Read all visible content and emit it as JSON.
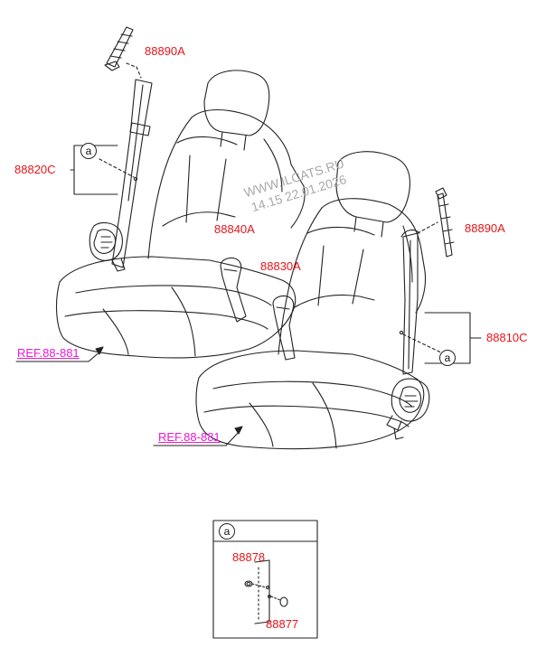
{
  "watermark": {
    "line1": "WWW.ILCATS.RU",
    "line2": "14.15 22.01.2026"
  },
  "parts": {
    "p88890A_left": "88890A",
    "p88820C": "88820C",
    "p88840A": "88840A",
    "p88830A": "88830A",
    "p88890A_right": "88890A",
    "p88810C": "88810C",
    "p88878": "88878",
    "p88877": "88877"
  },
  "refs": {
    "ref_left": "REF.88-881",
    "ref_right": "REF.88-881"
  },
  "callouts": {
    "left": "a",
    "right": "a",
    "detail": "a"
  },
  "colors": {
    "part_label": "#e8141b",
    "ref_label": "#e61ad6",
    "line": "#222222",
    "watermark": "#a9a9a9"
  }
}
